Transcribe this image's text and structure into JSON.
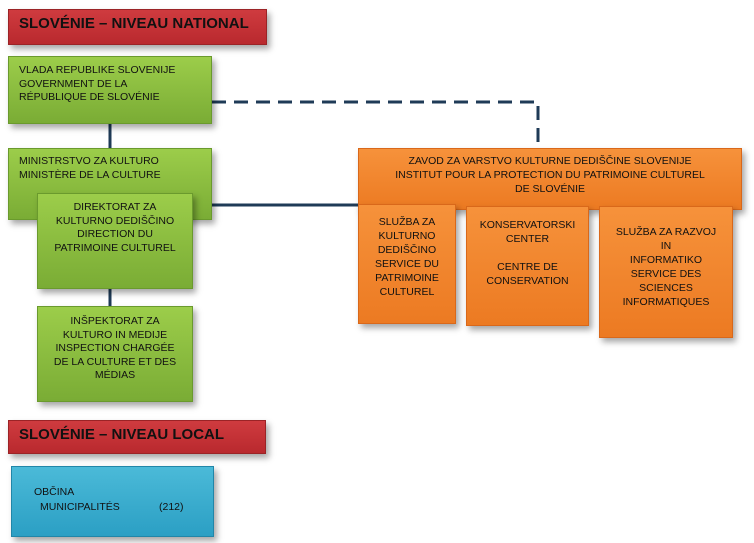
{
  "national_header": "SLOVÉNIE – NIVEAU NATIONAL",
  "local_header": "SLOVÉNIE – NIVEAU LOCAL",
  "government": [
    "VLADA REPUBLIKE SLOVENIJE",
    "GOVERNMENT DE LA",
    "RÉPUBLIQUE DE SLOVÉNIE"
  ],
  "ministry": [
    "MINISTRSTVO ZA KULTURO",
    "MINISTÈRE DE LA CULTURE"
  ],
  "directorate": [
    "DIREKTORAT ZA",
    "KULTURNO DEDIŠČINO",
    "DIRECTION DU",
    "PATRIMOINE CULTUREL"
  ],
  "inspectorate": [
    "INŠPEKTORAT ZA",
    "KULTURO IN MEDIJE",
    "INSPECTION CHARGÉE",
    "DE LA CULTURE ET DES",
    "MÉDIAS"
  ],
  "institute": [
    "ZAVOD ZA VARSTVO KULTURNE DEDIŠČINE SLOVENIJE",
    "INSTITUT POUR LA PROTECTION DU PATRIMOINE CULTUREL",
    "DE SLOVÉNIE"
  ],
  "service_heritage": [
    "SLUŽBA ZA",
    "KULTURNO",
    "DEDIŠČINO",
    "SERVICE DU",
    "PATRIMOINE",
    "CULTUREL"
  ],
  "conservation_center": [
    "KONSERVATORSKI",
    "CENTER",
    "",
    "CENTRE DE",
    "CONSERVATION"
  ],
  "service_it": [
    "SLUŽBA ZA RAZVOJ",
    "IN",
    "INFORMATIKO",
    "SERVICE  DES",
    "SCIENCES",
    "INFORMATIQUES"
  ],
  "municipality": {
    "label_1": "OBČINA",
    "label_2": "MUNICIPALITÉS",
    "count": "(212)"
  },
  "colors": {
    "red": "#c1303a",
    "green": "#8dbd3f",
    "orange": "#f08426",
    "blue": "#35a9cf",
    "line": "#1f3b57"
  }
}
